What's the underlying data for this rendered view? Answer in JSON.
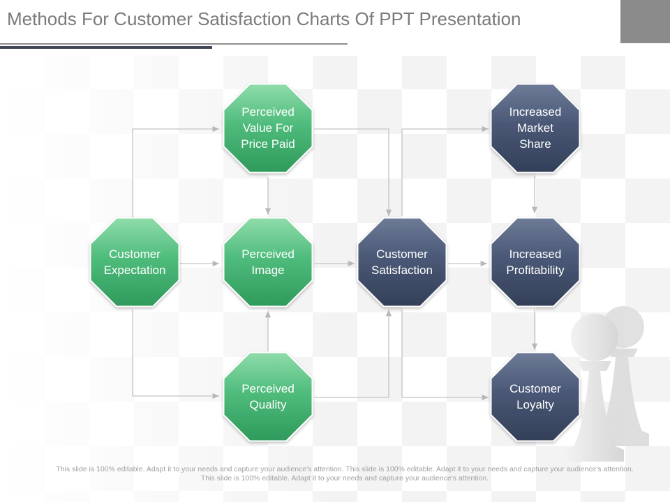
{
  "slide": {
    "title": "Methods For Customer Satisfaction Charts Of PPT Presentation",
    "footer": "This slide is 100% editable. Adapt it to your needs and capture your audience's attention. This slide is 100% editable. Adapt it to your needs and capture your audience's attention. This slide is 100% editable. Adapt it to your needs and capture your audience's attention."
  },
  "colors": {
    "green": "#3fae6a",
    "navy": "#3c4a66",
    "connector": "#c4c4c4",
    "title": "#7a7a7a"
  },
  "nodes": [
    {
      "id": "customer-expectation",
      "label": "Customer\nExpectation",
      "color": "green"
    },
    {
      "id": "perceived-value",
      "label": "Perceived\nValue For\nPrice Paid",
      "color": "green"
    },
    {
      "id": "perceived-image",
      "label": "Perceived\nImage",
      "color": "green"
    },
    {
      "id": "perceived-quality",
      "label": "Perceived\nQuality",
      "color": "green"
    },
    {
      "id": "customer-satisfaction",
      "label": "Customer\nSatisfaction",
      "color": "navy"
    },
    {
      "id": "increased-market-share",
      "label": "Increased\nMarket\nShare",
      "color": "navy"
    },
    {
      "id": "increased-profitability",
      "label": "Increased\nProfitability",
      "color": "navy"
    },
    {
      "id": "customer-loyalty",
      "label": "Customer\nLoyalty",
      "color": "navy"
    }
  ],
  "edges": [
    {
      "from": "customer-expectation",
      "to": "perceived-value"
    },
    {
      "from": "customer-expectation",
      "to": "perceived-image"
    },
    {
      "from": "customer-expectation",
      "to": "perceived-quality"
    },
    {
      "from": "perceived-value",
      "to": "perceived-image"
    },
    {
      "from": "perceived-quality",
      "to": "perceived-image"
    },
    {
      "from": "perceived-value",
      "to": "customer-satisfaction"
    },
    {
      "from": "perceived-image",
      "to": "customer-satisfaction"
    },
    {
      "from": "perceived-quality",
      "to": "customer-satisfaction"
    },
    {
      "from": "customer-satisfaction",
      "to": "increased-market-share"
    },
    {
      "from": "customer-satisfaction",
      "to": "increased-profitability"
    },
    {
      "from": "customer-satisfaction",
      "to": "customer-loyalty"
    },
    {
      "from": "increased-market-share",
      "to": "increased-profitability"
    },
    {
      "from": "increased-profitability",
      "to": "customer-loyalty"
    }
  ],
  "decoration": {
    "icon": "chess-pawn-icon"
  }
}
